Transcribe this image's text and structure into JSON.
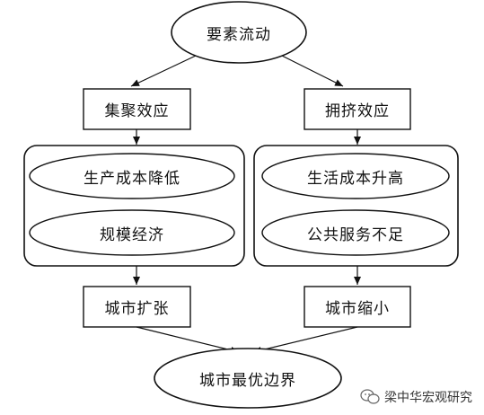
{
  "nodes": {
    "top": "要素流动",
    "agglomeration": "集聚效应",
    "congestion": "拥挤效应",
    "cost_down": "生产成本降低",
    "scale_economy": "规模经济",
    "living_cost_up": "生活成本升高",
    "public_service_short": "公共服务不足",
    "city_expand": "城市扩张",
    "city_shrink": "城市缩小",
    "optimal_boundary": "城市最优边界"
  },
  "watermark": "梁中华宏观研究"
}
